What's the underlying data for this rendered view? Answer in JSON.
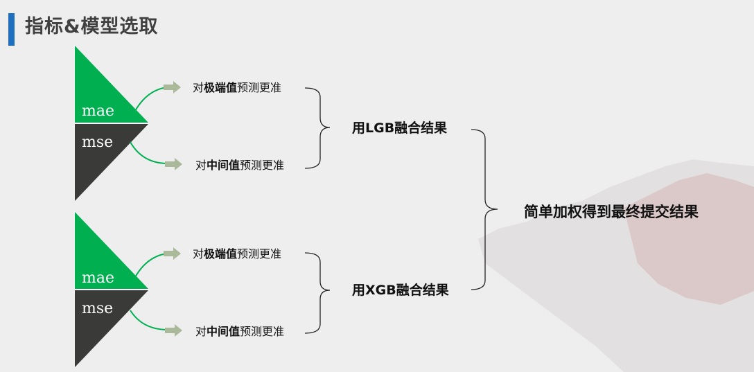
{
  "title": "指标&模型选取",
  "groups": [
    {
      "top_label": "mae",
      "bottom_label": "mse",
      "note_top": {
        "prefix": "对",
        "emphasis": "极端值",
        "suffix": "预测更准"
      },
      "note_bottom": {
        "prefix": "对",
        "emphasis": "中间值",
        "suffix": "预测更准"
      },
      "result": "用LGB融合结果"
    },
    {
      "top_label": "mae",
      "bottom_label": "mse",
      "note_top": {
        "prefix": "对",
        "emphasis": "极端值",
        "suffix": "预测更准"
      },
      "note_bottom": {
        "prefix": "对",
        "emphasis": "中间值",
        "suffix": "预测更准"
      },
      "result": "用XGB融合结果"
    }
  ],
  "final_result": "简单加权得到最终提交结果",
  "colors": {
    "accent_bar": "#1f6fbf",
    "green": "#00b050",
    "dark": "#3a3a38",
    "arrow": "#a9b99a"
  }
}
